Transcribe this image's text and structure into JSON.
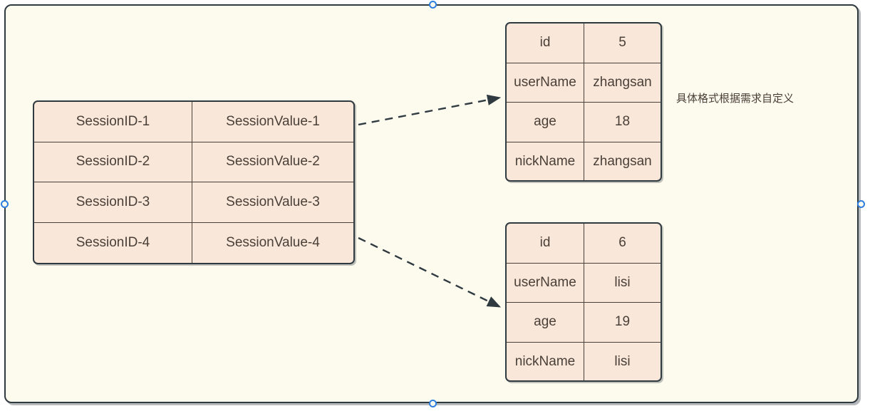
{
  "canvas": {
    "background_color": "#fdfaee",
    "frame_border_color": "#2f3a40",
    "handle_color": "#2f7fe0"
  },
  "session_table": {
    "name": "session-store",
    "fill_color": "#f9e7d9",
    "rows": [
      {
        "id": "SessionID-1",
        "value": "SessionValue-1"
      },
      {
        "id": "SessionID-2",
        "value": "SessionValue-2"
      },
      {
        "id": "SessionID-3",
        "value": "SessionValue-3"
      },
      {
        "id": "SessionID-4",
        "value": "SessionValue-4"
      }
    ]
  },
  "detail_tables": [
    {
      "name": "session-value-detail-1",
      "rows": [
        {
          "key": "id",
          "value": "5"
        },
        {
          "key": "userName",
          "value": "zhangsan"
        },
        {
          "key": "age",
          "value": "18"
        },
        {
          "key": "nickName",
          "value": "zhangsan"
        }
      ]
    },
    {
      "name": "session-value-detail-2",
      "rows": [
        {
          "key": "id",
          "value": "6"
        },
        {
          "key": "userName",
          "value": "lisi"
        },
        {
          "key": "age",
          "value": "19"
        },
        {
          "key": "nickName",
          "value": "lisi"
        }
      ]
    }
  ],
  "annotation": {
    "text": "具体格式根据需求自定义"
  },
  "connectors": [
    {
      "name": "connector-session1-to-detail1",
      "from": "SessionValue-1",
      "to": "detail-table-1",
      "style": "dashed-arrow"
    },
    {
      "name": "connector-session4-to-detail2",
      "from": "SessionValue-4",
      "to": "detail-table-2",
      "style": "dashed-arrow"
    }
  ]
}
